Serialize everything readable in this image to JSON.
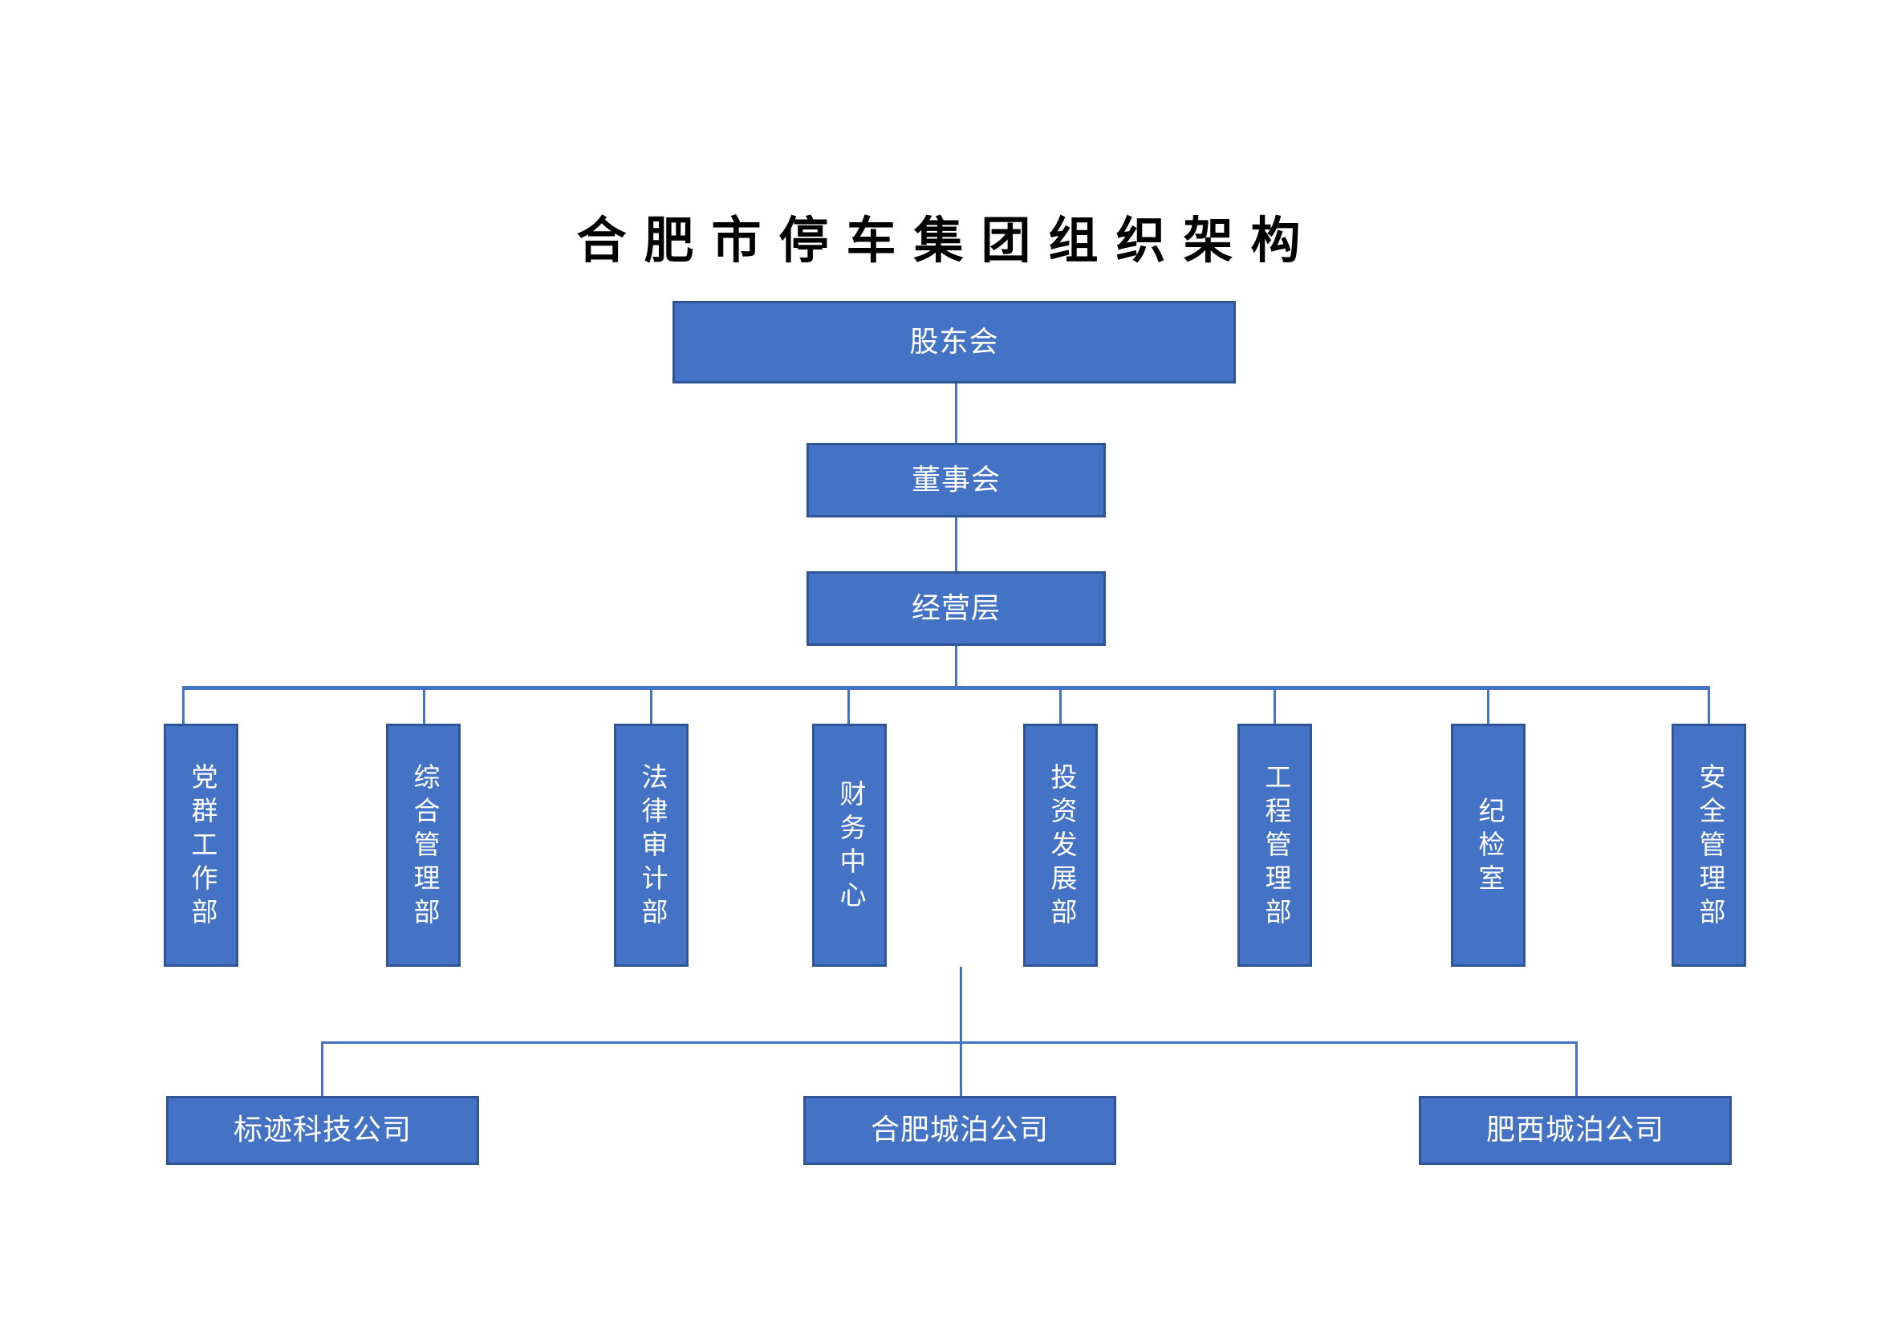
{
  "document": {
    "title": "合肥市停车集团组织架构",
    "background_color": "#FFFFFF"
  },
  "theme": {
    "box_fill": "#4472C4",
    "box_border": "#2F5597",
    "box_text": "#FFFFFF",
    "connector": "#4472C4",
    "title_text": "#000000"
  },
  "org_chart": {
    "type": "organization-chart",
    "orientation": "top-down",
    "levels": [
      {
        "level": 1,
        "name": "governance-shareholders",
        "nodes": [
          {
            "id": "shareholders",
            "label": "股东会",
            "text_direction": "horizontal"
          }
        ]
      },
      {
        "level": 2,
        "name": "governance-board",
        "nodes": [
          {
            "id": "board",
            "label": "董事会",
            "text_direction": "horizontal"
          }
        ]
      },
      {
        "level": 3,
        "name": "management-layer",
        "nodes": [
          {
            "id": "management",
            "label": "经营层",
            "text_direction": "horizontal"
          }
        ]
      },
      {
        "level": 4,
        "name": "departments",
        "nodes": [
          {
            "id": "dept-1",
            "label": "党群工作部",
            "text_direction": "vertical"
          },
          {
            "id": "dept-2",
            "label": "综合管理部",
            "text_direction": "vertical"
          },
          {
            "id": "dept-3",
            "label": "法律审计部",
            "text_direction": "vertical"
          },
          {
            "id": "dept-4",
            "label": "财务中心",
            "text_direction": "vertical"
          },
          {
            "id": "dept-5",
            "label": "投资发展部",
            "text_direction": "vertical"
          },
          {
            "id": "dept-6",
            "label": "工程管理部",
            "text_direction": "vertical"
          },
          {
            "id": "dept-7",
            "label": "纪检室",
            "text_direction": "vertical"
          },
          {
            "id": "dept-8",
            "label": "安全管理部",
            "text_direction": "vertical"
          }
        ]
      },
      {
        "level": 5,
        "name": "subsidiaries",
        "nodes": [
          {
            "id": "sub-1",
            "label": "标迹科技公司",
            "text_direction": "horizontal"
          },
          {
            "id": "sub-2",
            "label": "合肥城泊公司",
            "text_direction": "horizontal"
          },
          {
            "id": "sub-3",
            "label": "肥西城泊公司",
            "text_direction": "horizontal"
          }
        ]
      }
    ],
    "edges": [
      {
        "from": "shareholders",
        "to": "board"
      },
      {
        "from": "board",
        "to": "management"
      },
      {
        "from": "management",
        "to": "dept-1"
      },
      {
        "from": "management",
        "to": "dept-2"
      },
      {
        "from": "management",
        "to": "dept-3"
      },
      {
        "from": "management",
        "to": "dept-4"
      },
      {
        "from": "management",
        "to": "dept-5"
      },
      {
        "from": "management",
        "to": "dept-6"
      },
      {
        "from": "management",
        "to": "dept-7"
      },
      {
        "from": "management",
        "to": "dept-8"
      },
      {
        "from": "dept-4",
        "to": "sub-1"
      },
      {
        "from": "dept-4",
        "to": "sub-2"
      },
      {
        "from": "dept-4",
        "to": "sub-3"
      }
    ]
  }
}
